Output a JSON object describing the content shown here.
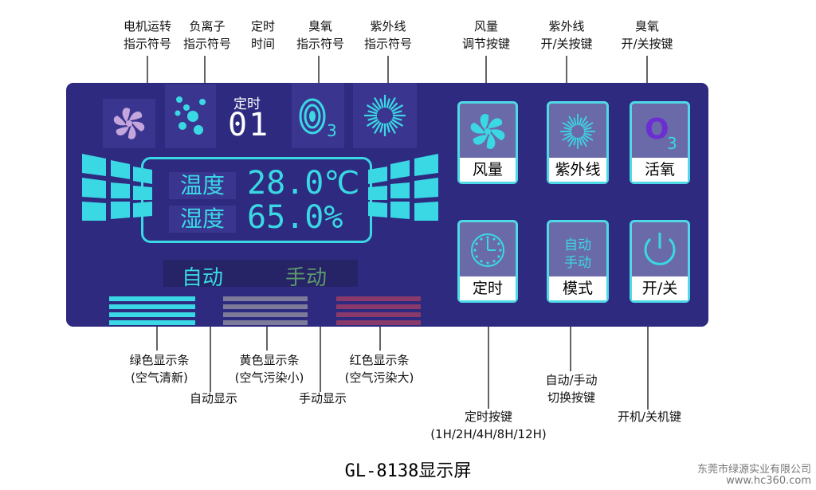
{
  "labels": {
    "motor": [
      "电机运转",
      "指示符号"
    ],
    "anion": [
      "负离子",
      "指示符号"
    ],
    "timer": [
      "定时",
      "时间"
    ],
    "ozone": [
      "臭氧",
      "指示符号"
    ],
    "uv": [
      "紫外线",
      "指示符号"
    ],
    "fan_key": [
      "风量",
      "调节按键"
    ],
    "uv_key": [
      "紫外线",
      "开/关按键"
    ],
    "ozone_key": [
      "臭氧",
      "开/关按键"
    ],
    "green": [
      "绿色显示条",
      "(空气清新)"
    ],
    "auto_disp": "自动显示",
    "yellow": [
      "黄色显示条",
      "(空气污染小)"
    ],
    "manual_disp": "手动显示",
    "red": [
      "红色显示条",
      "(空气污染大)"
    ],
    "timer_key": [
      "定时按键",
      "(1H/2H/4H/8H/12H)"
    ],
    "mode_key": [
      "自动/手动",
      "切换按键"
    ],
    "power_key": "开机/关机键"
  },
  "display": {
    "timer_title": "定时",
    "timer_digits": "01",
    "ozone_sub": "3",
    "temp_label": "温度",
    "temp_value": "28.0℃",
    "hum_label": "湿度",
    "hum_value": "65.0%",
    "auto": "自动",
    "manual": "手动"
  },
  "buttons": {
    "fan": "风量",
    "uv": "紫外线",
    "ozone": "活氧",
    "ozone_icon_main": "O",
    "ozone_icon_sub": "3",
    "timer": "定时",
    "mode": "模式",
    "mode_icon": [
      "自动",
      "手动"
    ],
    "power": "开/关"
  },
  "colors": {
    "panel": "#2d2a80",
    "cyan": "#3ad8e4",
    "green": "#3ad8e4",
    "yellow": "#7e7a9a",
    "red": "#8a3a6a"
  },
  "footer": "GL-8138显示屏",
  "watermark": [
    "东莞市绿源实业有限公司",
    "www.hc360.com"
  ]
}
